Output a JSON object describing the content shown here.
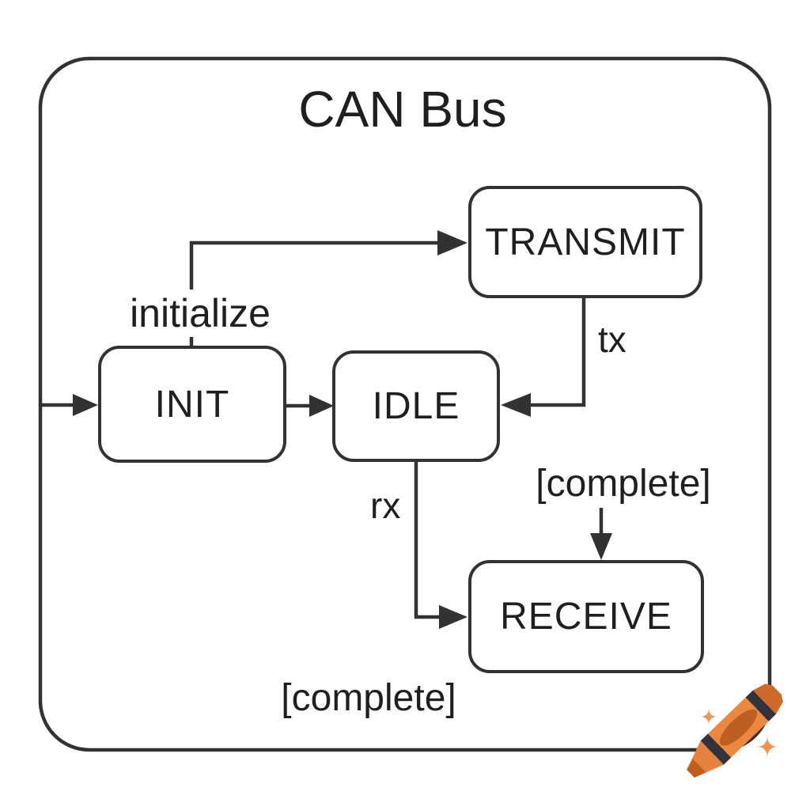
{
  "diagram": {
    "title": "CAN Bus",
    "type": "state-diagram",
    "states": [
      {
        "label": "INIT"
      },
      {
        "label": "IDLE"
      },
      {
        "label": "TRANSMIT"
      },
      {
        "label": "RECEIVE"
      }
    ],
    "transitions": [
      {
        "from": "INIT",
        "to": "TRANSMIT",
        "label": "initialize"
      },
      {
        "from": "TRANSMIT",
        "to": "IDLE",
        "label": "tx"
      },
      {
        "from": "IDLE",
        "to": "RECEIVE",
        "label": "rx"
      },
      {
        "from": "",
        "to": "RECEIVE",
        "label": "[complete]"
      },
      {
        "from": "INIT",
        "to": "IDLE",
        "label": ""
      },
      {
        "from": "initial",
        "to": "INIT",
        "label": ""
      }
    ],
    "floating_label": "[complete]"
  },
  "icons": {
    "crayon": "orange-crayon-with-sparkles"
  },
  "colors": {
    "background": "#FFFFFF",
    "line": "#323232",
    "text": "#1F1F1F",
    "crayon_body": "#EC8740",
    "crayon_tip": "#BE5E1E",
    "crayon_shadow": "#BD5F22",
    "crayon_band": "#33333B",
    "crayon_end": "#CF6A28",
    "sparkle": "#F0924C"
  }
}
